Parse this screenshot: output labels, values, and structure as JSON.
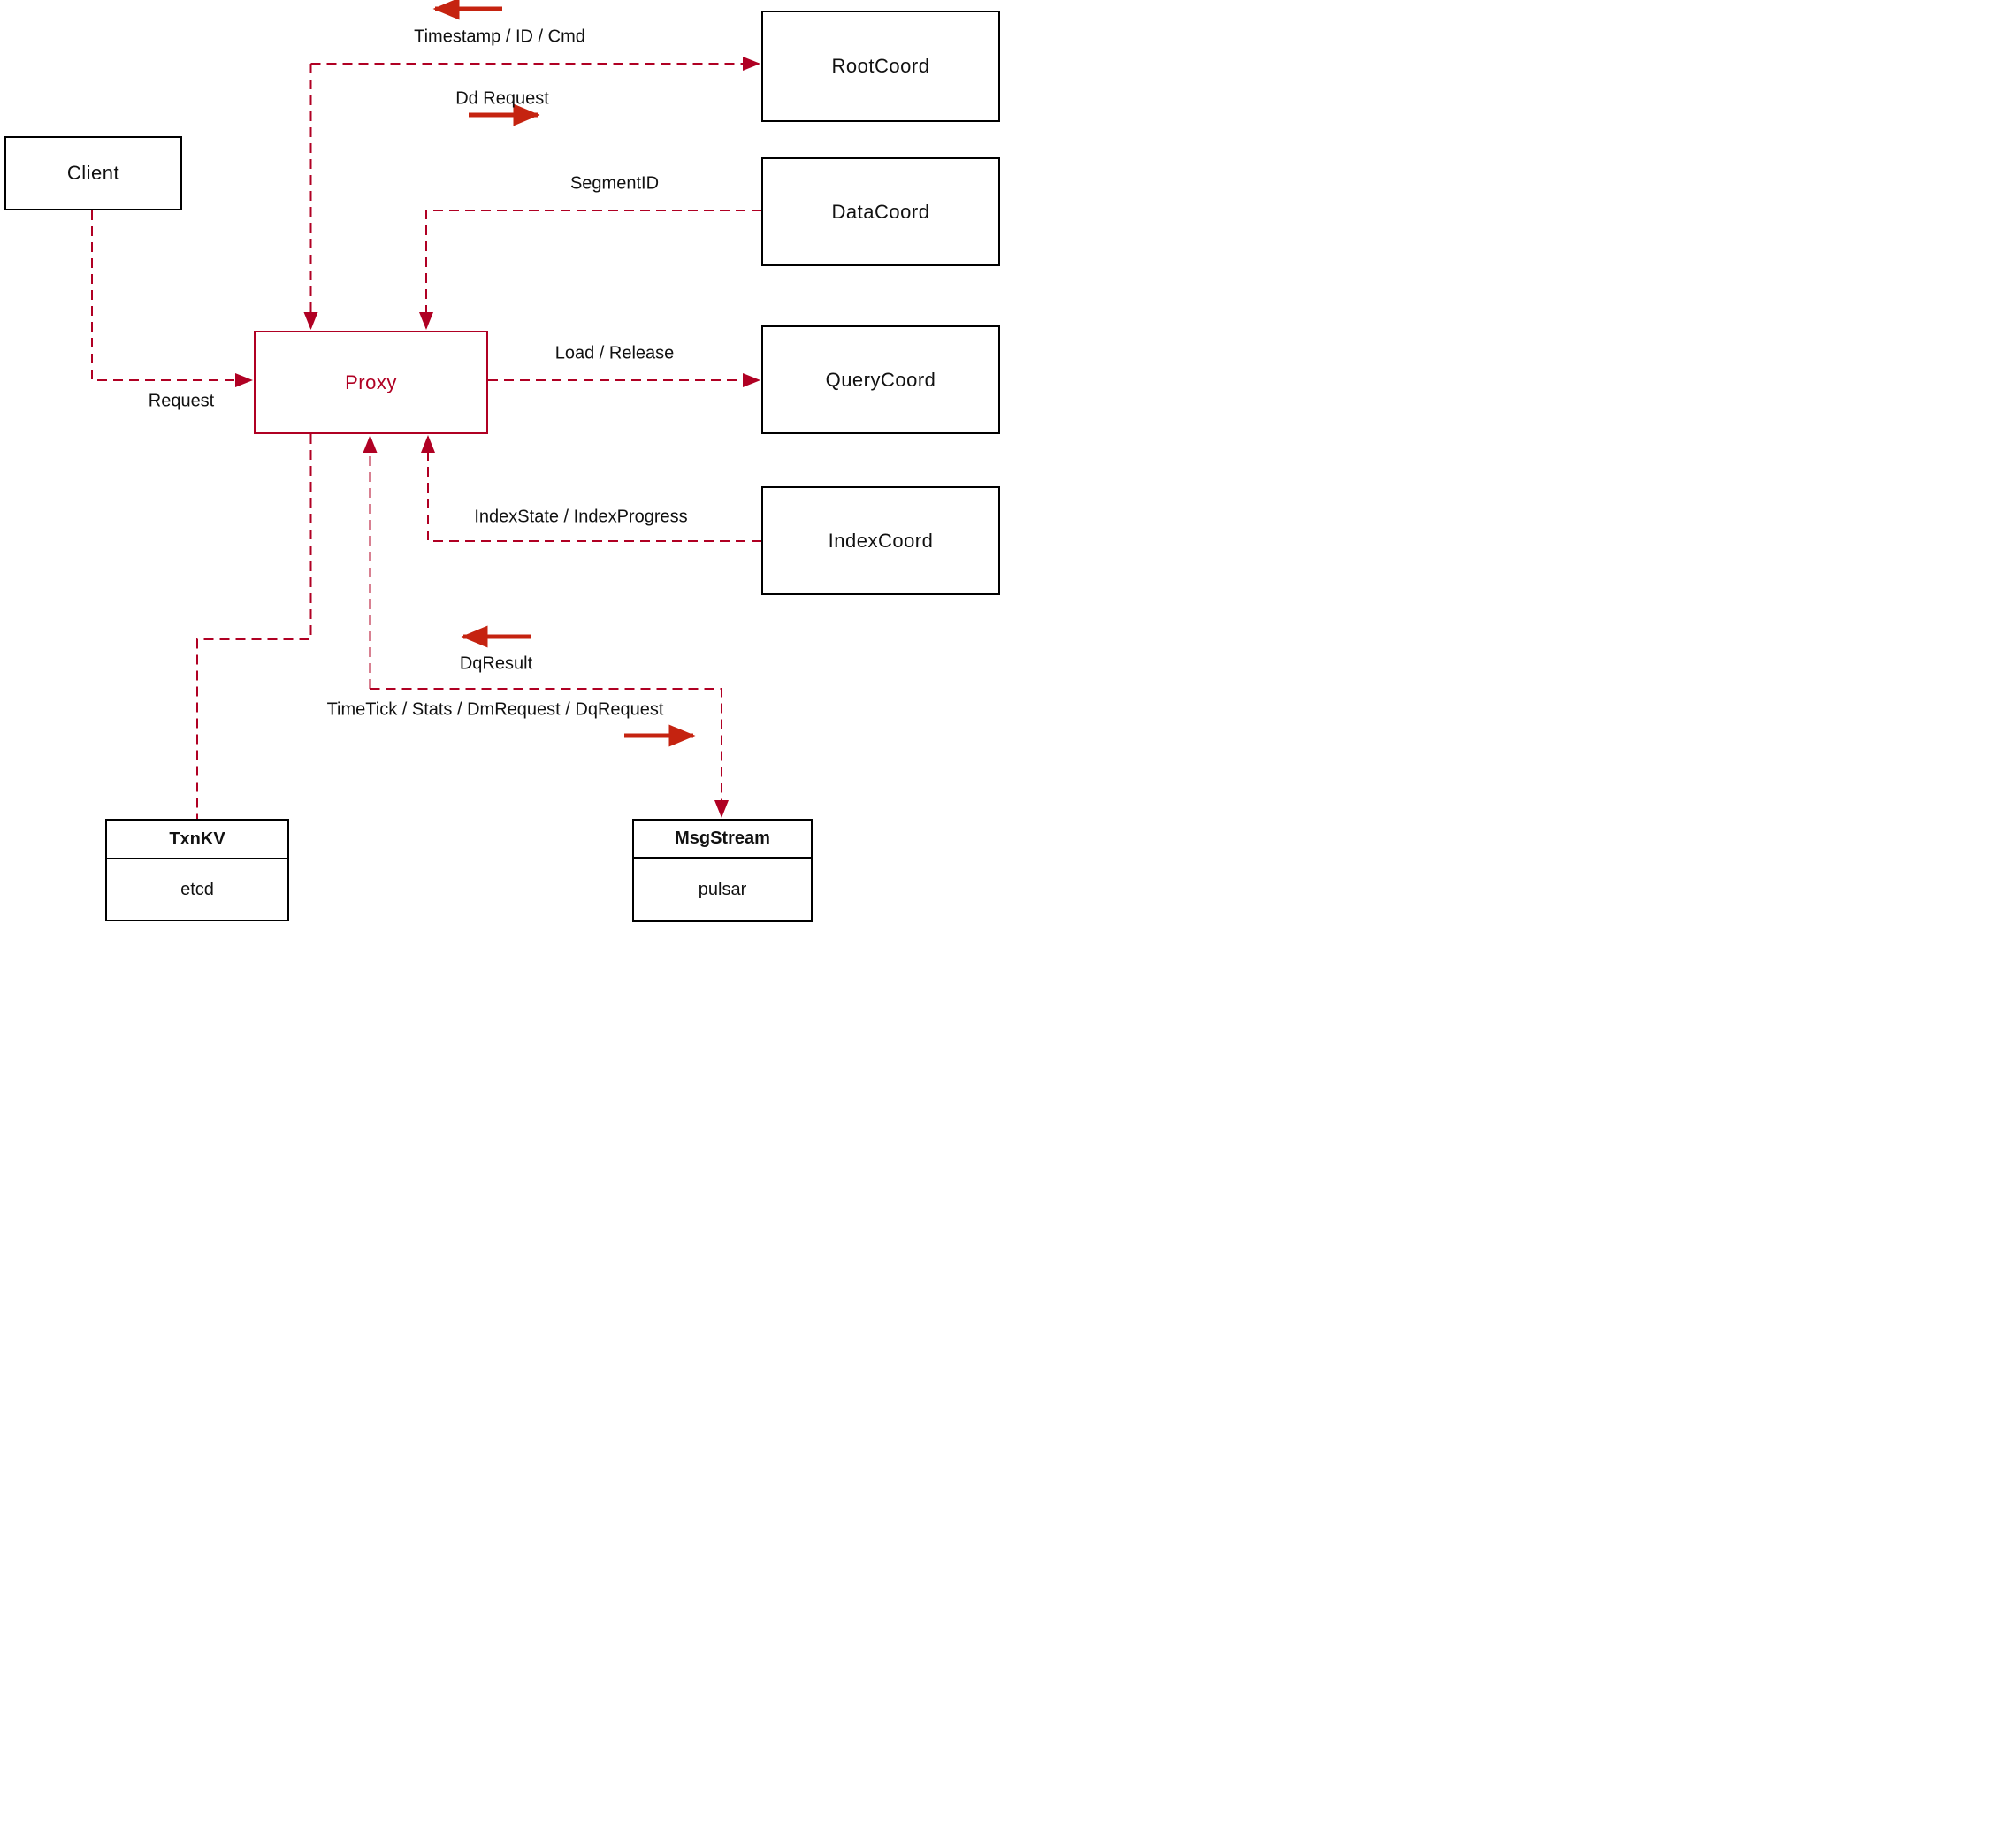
{
  "diagram": {
    "title": "Proxy interaction diagram",
    "colors": {
      "dashed_line_red": "#b00023",
      "solid_arrow_red": "#c52310",
      "box_border_black": "#000000",
      "background": "#ffffff"
    },
    "nodes": {
      "client": {
        "label": "Client"
      },
      "proxy": {
        "label": "Proxy"
      },
      "rootcoord": {
        "label": "RootCoord"
      },
      "datacoord": {
        "label": "DataCoord"
      },
      "querycoord": {
        "label": "QueryCoord"
      },
      "indexcoord": {
        "label": "IndexCoord"
      },
      "txnkv": {
        "title": "TxnKV",
        "subtitle": "etcd"
      },
      "msgstream": {
        "title": "MsgStream",
        "subtitle": "pulsar"
      }
    },
    "edge_labels": {
      "timestamp": "Timestamp / ID / Cmd",
      "dd_request": "Dd Request",
      "segment_id": "SegmentID",
      "request": "Request",
      "load_release": "Load / Release",
      "index_state": "IndexState / IndexProgress",
      "dq_result": "DqResult",
      "timetick": "TimeTick / Stats / DmRequest / DqRequest"
    }
  }
}
